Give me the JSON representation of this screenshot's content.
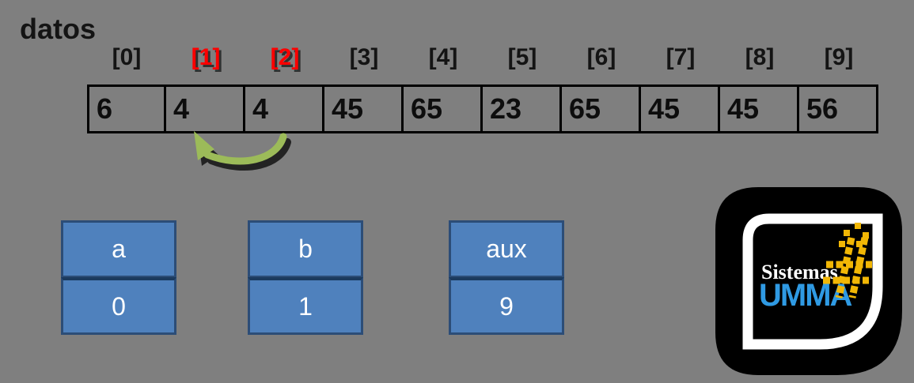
{
  "background_color": "#7f7f7f",
  "array": {
    "title": "datos",
    "highlight_color": "#ff0000",
    "cells": [
      {
        "index": "[0]",
        "value": "6",
        "highlighted": false
      },
      {
        "index": "[1]",
        "value": "4",
        "highlighted": true
      },
      {
        "index": "[2]",
        "value": "4",
        "highlighted": true
      },
      {
        "index": "[3]",
        "value": "45",
        "highlighted": false
      },
      {
        "index": "[4]",
        "value": "65",
        "highlighted": false
      },
      {
        "index": "[5]",
        "value": "23",
        "highlighted": false
      },
      {
        "index": "[6]",
        "value": "65",
        "highlighted": false
      },
      {
        "index": "[7]",
        "value": "45",
        "highlighted": false
      },
      {
        "index": "[8]",
        "value": "45",
        "highlighted": false
      },
      {
        "index": "[9]",
        "value": "56",
        "highlighted": false
      }
    ]
  },
  "swap_arrow": {
    "shape": "curved-arrow-pointing-to-index-1",
    "color": "#9cbb59"
  },
  "variables": [
    {
      "name": "a",
      "value": "0"
    },
    {
      "name": "b",
      "value": "1"
    },
    {
      "name": "aux",
      "value": "9"
    }
  ],
  "variable_box": {
    "fill_color": "#4f81bd",
    "border_color": "#2c4d77"
  },
  "logo": {
    "line1": "Sistemas",
    "line2": "UMMA",
    "line2_color": "#2f9ae3",
    "accent_color": "#f2b705"
  }
}
